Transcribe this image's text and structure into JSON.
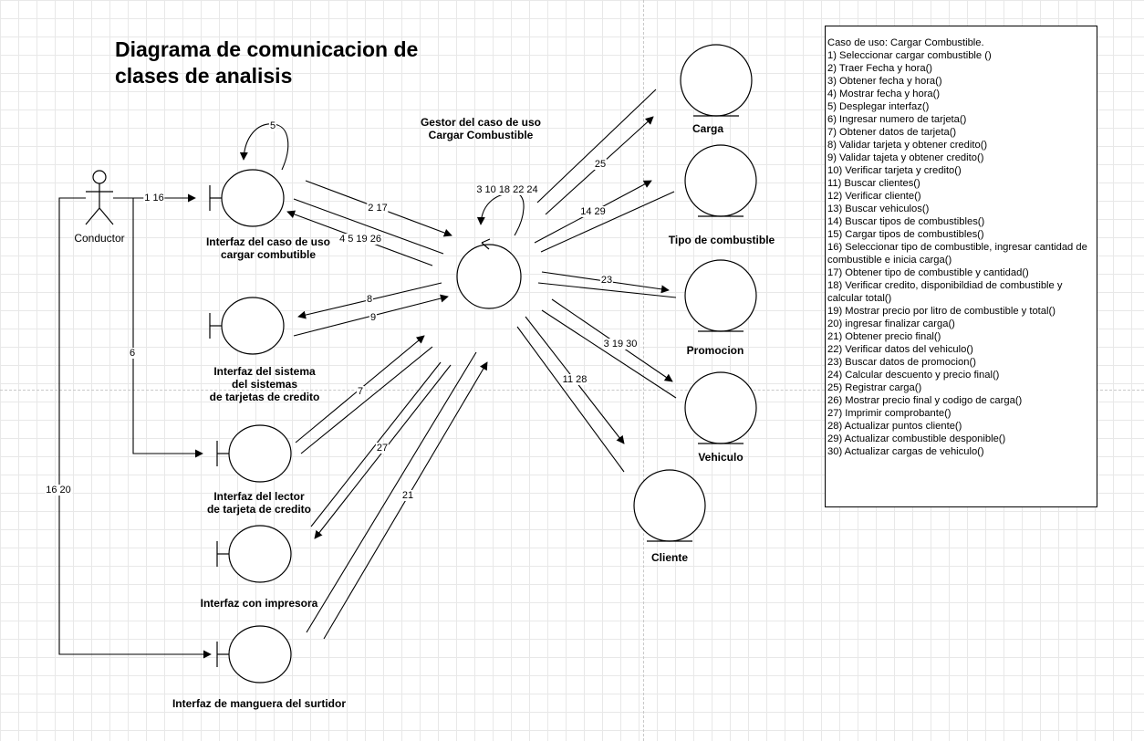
{
  "diagram": {
    "title_line1": "Diagrama de comunicacion de",
    "title_line2": "clases de analisis",
    "actor": "Conductor",
    "control": {
      "line1": "Gestor del caso de uso",
      "line2": "Cargar Combustible"
    },
    "boundaries": {
      "caso_uso": [
        "Interfaz del caso de uso",
        "cargar combutible"
      ],
      "sistema_tarjetas": [
        "Interfaz del sistema",
        "del sistemas",
        "de tarjetas de credito"
      ],
      "lector": [
        "Interfaz del lector",
        "de tarjeta de credito"
      ],
      "impresora": [
        "Interfaz con impresora"
      ],
      "manguera": [
        "Interfaz de manguera del surtidor"
      ]
    },
    "entities": {
      "carga": "Carga",
      "tipo": "Tipo de combustible",
      "promocion": "Promocion",
      "vehiculo": "Vehiculo",
      "cliente": "Cliente"
    },
    "messages": {
      "self_boundary": "5",
      "actor_ui": "1 16",
      "ui_ctrl": "2 17",
      "ctrl_ui": "4 5 19 26",
      "self_ctrl": "3 10 18 22 24",
      "ctrl_tarjetas": "8",
      "tarjetas_ctrl": "9",
      "actor_lector": "6",
      "lector_ctrl": "7",
      "ctrl_impresora": "27",
      "manguera_ctrl": "21",
      "actor_manguera": "16 20",
      "ctrl_carga": "25",
      "ctrl_tipo": "14 29",
      "ctrl_promocion": "23",
      "ctrl_vehiculo": "3 19 30",
      "ctrl_cliente": "11 28"
    }
  },
  "use_case": {
    "heading": "Caso de uso: Cargar Combustible.",
    "steps": [
      "1) Seleccionar cargar combustible ()",
      "2) Traer Fecha y hora()",
      "3) Obtener fecha y hora()",
      "4) Mostrar fecha y hora()",
      "5) Desplegar interfaz()",
      "6) Ingresar numero de tarjeta()",
      "7) Obtener datos de tarjeta()",
      "8) Validar tarjeta y obtener credito()",
      "9) Validar tajeta  y obtener credito()",
      "10) Verificar tarjeta y credito()",
      "11) Buscar clientes()",
      "12) Verificar cliente()",
      "13) Buscar vehiculos()",
      "14) Buscar tipos de combustibles()",
      "15) Cargar tipos de combustibles()",
      "16) Seleccionar tipo de combustible, ingresar cantidad de combustible e inicia carga()",
      "17) Obtener tipo de combustible y cantidad()",
      "18) Verificar credito, disponibildiad de combustible y calcular total()",
      "19) Mostrar precio por litro de combustible y total()",
      "20) ingresar finalizar carga()",
      "21) Obtener precio final()",
      "22) Verificar datos del vehiculo()",
      "23) Buscar datos de promocion()",
      "24) Calcular descuento y precio final()",
      "25) Registrar carga()",
      "26) Mostrar precio final y codigo de carga()",
      "27) Imprimir comprobante()",
      "28) Actualizar puntos cliente()",
      "29) Actualizar combustible desponible()",
      "30) Actualizar cargas de vehiculo()"
    ]
  },
  "colors": {
    "stroke": "#000000",
    "background": "#ffffff",
    "grid": "#e8e8e8"
  }
}
